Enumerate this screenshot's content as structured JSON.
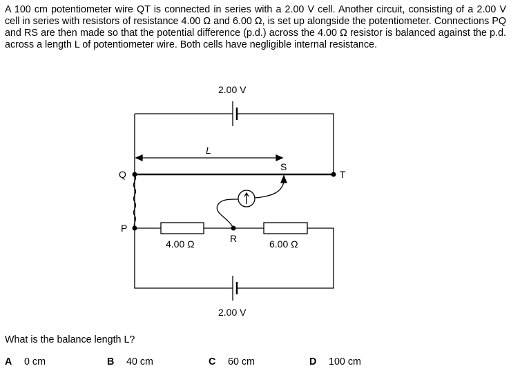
{
  "question": {
    "stem": "A 100 cm potentiometer wire QT is connected in series with a 2.00 V cell. Another circuit, consisting of a 2.00 V cell in series with resistors of resistance 4.00 Ω and 6.00 Ω, is set up alongside the potentiometer. Connections PQ and RS are then made so that the potential difference (p.d.) across the 4.00 Ω resistor is balanced against the p.d. across a length L of potentiometer wire. Both cells have negligible internal resistance.",
    "prompt": "What is the balance length L?",
    "options": [
      {
        "letter": "A",
        "text": "0 cm"
      },
      {
        "letter": "B",
        "text": "40 cm"
      },
      {
        "letter": "C",
        "text": "60 cm"
      },
      {
        "letter": "D",
        "text": "100 cm"
      }
    ]
  },
  "diagram": {
    "top_cell": "2.00 V",
    "bottom_cell": "2.00 V",
    "length_label": "L",
    "Q": "Q",
    "T": "T",
    "S": "S",
    "P": "P",
    "R": "R",
    "r1": "4.00 Ω",
    "r2": "6.00 Ω"
  }
}
